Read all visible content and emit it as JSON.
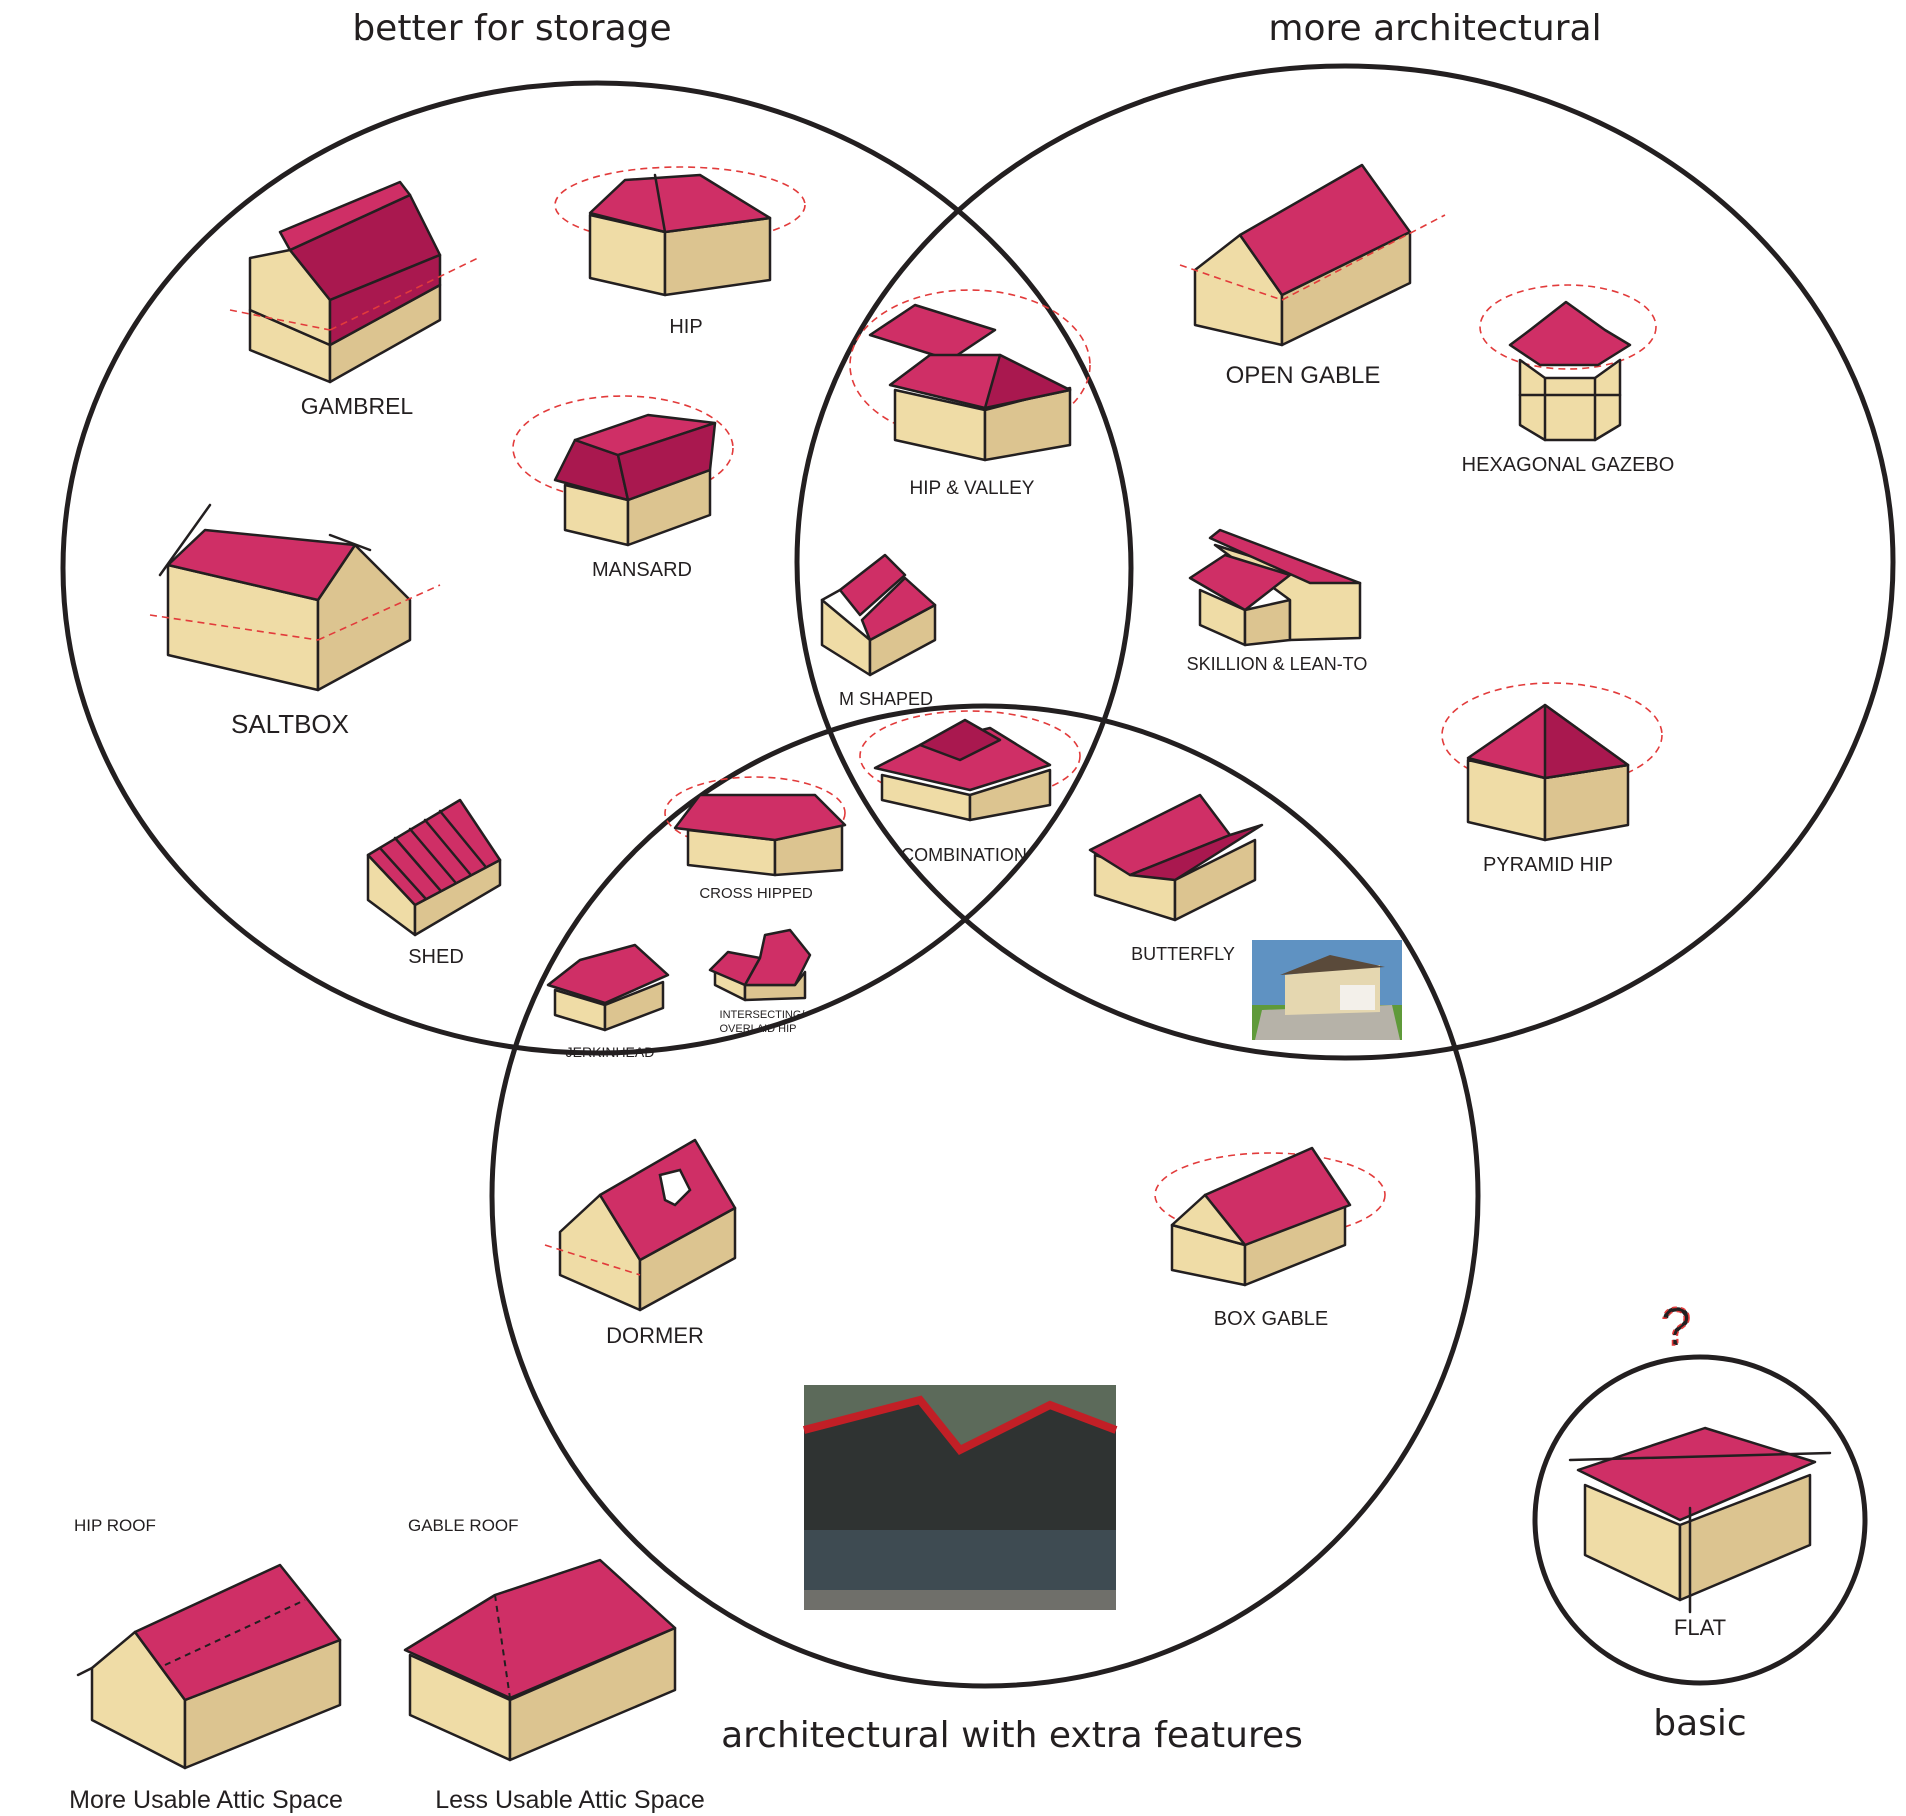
{
  "titles": {
    "storage": "better for storage",
    "architectural": "more architectural",
    "extra": "architectural with extra features",
    "basic": "basic"
  },
  "roofs": {
    "gambrel": "GAMBREL",
    "hip": "HIP",
    "mansard": "MANSARD",
    "saltbox": "SALTBOX",
    "shed": "SHED",
    "hip_valley": "HIP & VALLEY",
    "m_shaped": "M SHAPED",
    "open_gable": "OPEN GABLE",
    "hex_gazebo": "HEXAGONAL GAZEBO",
    "skillion": "SKILLION & LEAN-TO",
    "pyramid_hip": "PYRAMID HIP",
    "combination": "COMBINATION",
    "cross_hipped": "CROSS HIPPED",
    "butterfly": "BUTTERFLY",
    "jerkinhead": "JERKINHEAD",
    "intersecting_1": "INTERSECTING/",
    "intersecting_2": "OVERLAID HIP",
    "dormer": "DORMER",
    "box_gable": "BOX GABLE",
    "flat": "FLAT"
  },
  "question_mark": "?",
  "comparison": {
    "hip_roof_title": "HIP ROOF",
    "gable_roof_title": "GABLE ROOF",
    "more_attic": "More Usable Attic Space",
    "less_attic": "Less Usable Attic Space"
  },
  "colors": {
    "roof": "#cf2f66",
    "roof_shade": "#a9184f",
    "wall": "#efdca6",
    "wall_shade": "#dcc490",
    "guide_dash": "#e23b3b",
    "ink": "#231f20"
  }
}
